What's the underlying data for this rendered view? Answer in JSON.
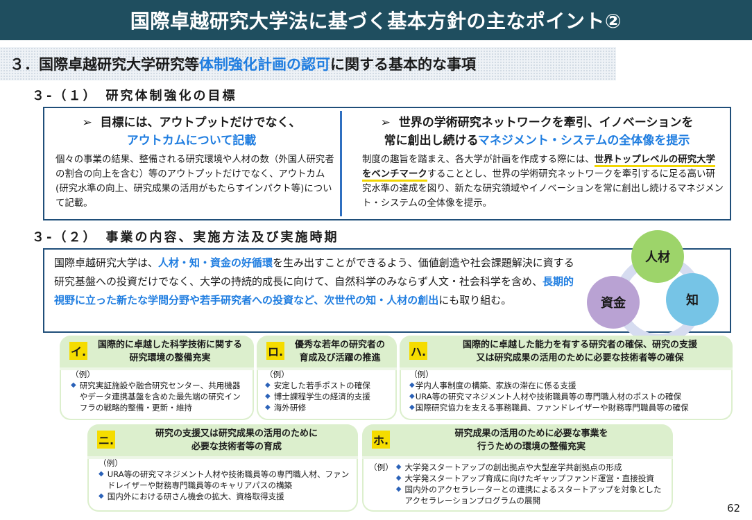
{
  "title": "国際卓越研究大学法に基づく基本方針の主なポイント②",
  "section": {
    "prefix": "３．国際卓越研究大学研究等",
    "highlight": "体制強化計画の認可",
    "suffix": "に関する基本的な事項"
  },
  "sub1": {
    "label": "３-（１）　研究体制強化の目標"
  },
  "box1": {
    "left": {
      "bullet": "➢",
      "head_line1": "目標には、アウトプットだけでなく、",
      "head_line2": "アウトカムについて記載",
      "body": "個々の事業の結果、整備される研究環境や人材の数（外国人研究者の割合の向上を含む）等のアウトプットだけでなく、アウトカム(研究水準の向上、研究成果の活用がもたらすインパクト等)について記載。"
    },
    "right": {
      "bullet": "➢",
      "head_line1": "世界の学術研究ネットワークを牽引、イノベーションを",
      "head_line2a": "常に創出し続ける",
      "head_line2b": "マネジメント・システムの全体像を提示",
      "body_a": "制度の趣旨を踏まえ、各大学が計画を作成する際には、",
      "body_hl": "世界トップレベルの研究大学をベンチマーク",
      "body_b": "することとし、世界の学術研究ネットワークを牽引するに足る高い研究水準の達成を図り、新たな研究領域やイノベーションを常に創出し続けるマネジメント・システムの全体像を提示。"
    }
  },
  "sub2": {
    "label": "３-（２）　事業の内容、実施方法及び実施時期"
  },
  "box2": {
    "t1": "国際卓越研究大学は、",
    "b1": "人材・知・資金の好循環",
    "t2": "を生み出すことができるよう、価値創造や社会課題解決に資する研究基盤への投資だけでなく、大学の持続的成長に向けて、自然科学のみならず人文・社会科学を含め、",
    "b2": "長期的視野に立った新たな学問分野や若手研究者への投資など、次世代の知・人材の創出",
    "t3": "にも取り組む。"
  },
  "cycle": {
    "top": "人材",
    "left": "資金",
    "right": "知"
  },
  "cards": {
    "i": {
      "badge": "イ.",
      "title_line1": "国際的に卓越した科学技術に関する",
      "title_line2": "研究環境の整備充実",
      "example": "（例）",
      "items": [
        "研究実証施設や融合研究センター、共用機器やデータ連携基盤を含めた最先端の研究インフラの戦略的整備・更新・維持"
      ]
    },
    "ro": {
      "badge": "ロ.",
      "title_line1": "優秀な若年の研究者の",
      "title_line2": "育成及び活躍の推進",
      "example": "（例）",
      "items": [
        "安定した若手ポストの確保",
        "博士課程学生の経済的支援",
        "海外研修"
      ]
    },
    "ha": {
      "badge": "ハ.",
      "title_line1": "国際的に卓越した能力を有する研究者の確保、研究の支援",
      "title_line2": "又は研究成果の活用のために必要な技術者等の確保",
      "example": "（例）",
      "items": [
        "学内人事制度の構築、家族の滞在に係る支援",
        "URA等の研究マネジメント人材や技術職員等の専門職人材のポストの確保",
        "国際研究協力を支える事務職員、ファンドレイザーや財務専門職員等の確保"
      ]
    },
    "ni": {
      "badge": "ニ.",
      "title_line1": "研究の支援又は研究成果の活用のために",
      "title_line2": "必要な技術者等の育成",
      "example": "（例）",
      "items": [
        "URA等の研究マネジメント人材や技術職員等の専門職人材、ファンドレイザーや財務専門職員等のキャリアパスの構築",
        "国内外における研さん機会の拡大、資格取得支援"
      ]
    },
    "ho": {
      "badge": "ホ.",
      "title_line1": "研究成果の活用のために必要な事業を",
      "title_line2": "行うための環境の整備充実",
      "example": "（例）",
      "items": [
        "大学発スタートアップの創出拠点や大型産学共創拠点の形成",
        "大学発スタートアップ育成に向けたギャップファンド運営・直接投資",
        "国内外のアクセラレーターとの連携によるスタートアップを対象としたアクセラレーションプログラムの展開"
      ]
    }
  },
  "page_number": "62",
  "bullet_glyph": "◆"
}
